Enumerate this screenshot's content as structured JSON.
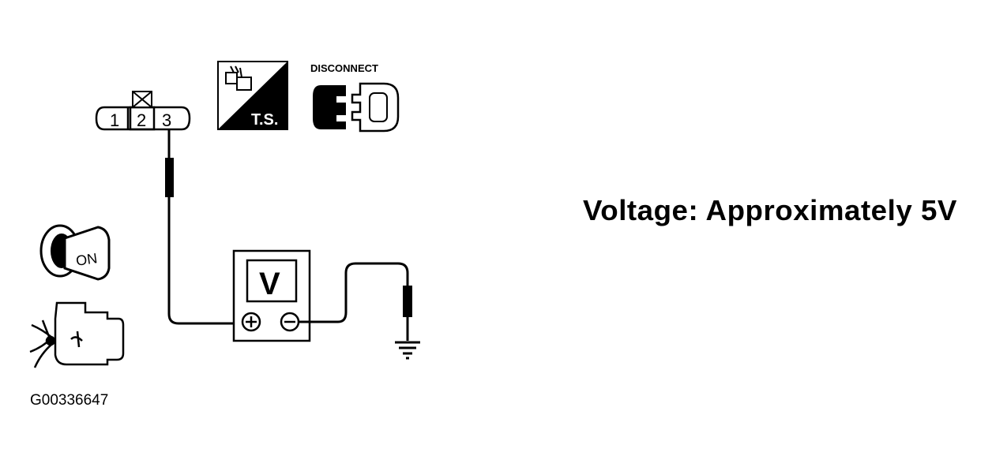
{
  "connector": {
    "pins": [
      "1",
      "2",
      "3"
    ]
  },
  "icons": {
    "ts_label": "T.S.",
    "disconnect_label": "DISCONNECT",
    "ignition_label": "ON"
  },
  "voltmeter": {
    "label": "V",
    "plus": "+",
    "minus": "−"
  },
  "spec": {
    "text": "Voltage: Approximately 5V"
  },
  "figure_id": "G00336647"
}
